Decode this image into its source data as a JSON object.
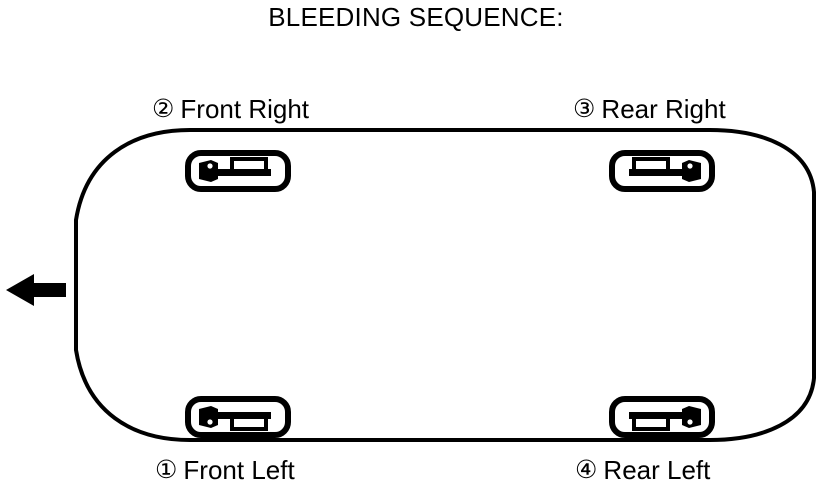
{
  "diagram": {
    "title": "BLEEDING SEQUENCE:",
    "subject": "vehicle-top-view-brake-bleeding-order",
    "stroke_color": "#000000",
    "fill_color": "#ffffff",
    "background": "#ffffff",
    "direction_arrow": {
      "name": "direction-of-travel-arrow",
      "points": "left"
    },
    "wheels": [
      {
        "order": "①",
        "label": "Front Left",
        "position": "bottom-left",
        "icon": "brake-caliper-icon"
      },
      {
        "order": "②",
        "label": "Front Right",
        "position": "top-left",
        "icon": "brake-caliper-icon"
      },
      {
        "order": "③",
        "label": "Rear Right",
        "position": "top-right",
        "icon": "brake-caliper-icon"
      },
      {
        "order": "④",
        "label": "Rear Left",
        "position": "bottom-right",
        "icon": "brake-caliper-icon"
      }
    ]
  }
}
